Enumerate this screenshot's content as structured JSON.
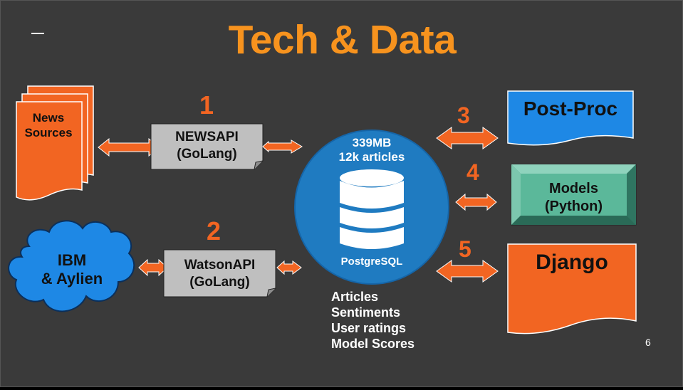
{
  "slide": {
    "title": "Tech & Data",
    "page_number": "6"
  },
  "steps": [
    "1",
    "2",
    "3",
    "4",
    "5"
  ],
  "nodes": {
    "news_sources": {
      "line1": "News",
      "line2": "Sources"
    },
    "newsapi": {
      "line1": "NEWSAPI",
      "line2": "(GoLang)"
    },
    "ibm": {
      "line1": "IBM",
      "line2": "& Aylien"
    },
    "watsonapi": {
      "line1": "WatsonAPI",
      "line2": "(GoLang)"
    },
    "database": {
      "size": "339MB",
      "count": "12k articles",
      "engine": "PostgreSQL"
    },
    "post_proc": {
      "label": "Post-Proc"
    },
    "models": {
      "line1": "Models",
      "line2": "(Python)"
    },
    "django": {
      "label": "Django"
    }
  },
  "db_contents": [
    "Articles",
    "Sentiments",
    "User ratings",
    "Model Scores"
  ],
  "colors": {
    "background": "#3a3a3a",
    "title": "#f7931e",
    "orange": "#f26522",
    "blue": "#1e88e5",
    "db_circle": "#1f7bc1",
    "gray_box": "#bfbfbf",
    "teal": "#5bb89a"
  }
}
